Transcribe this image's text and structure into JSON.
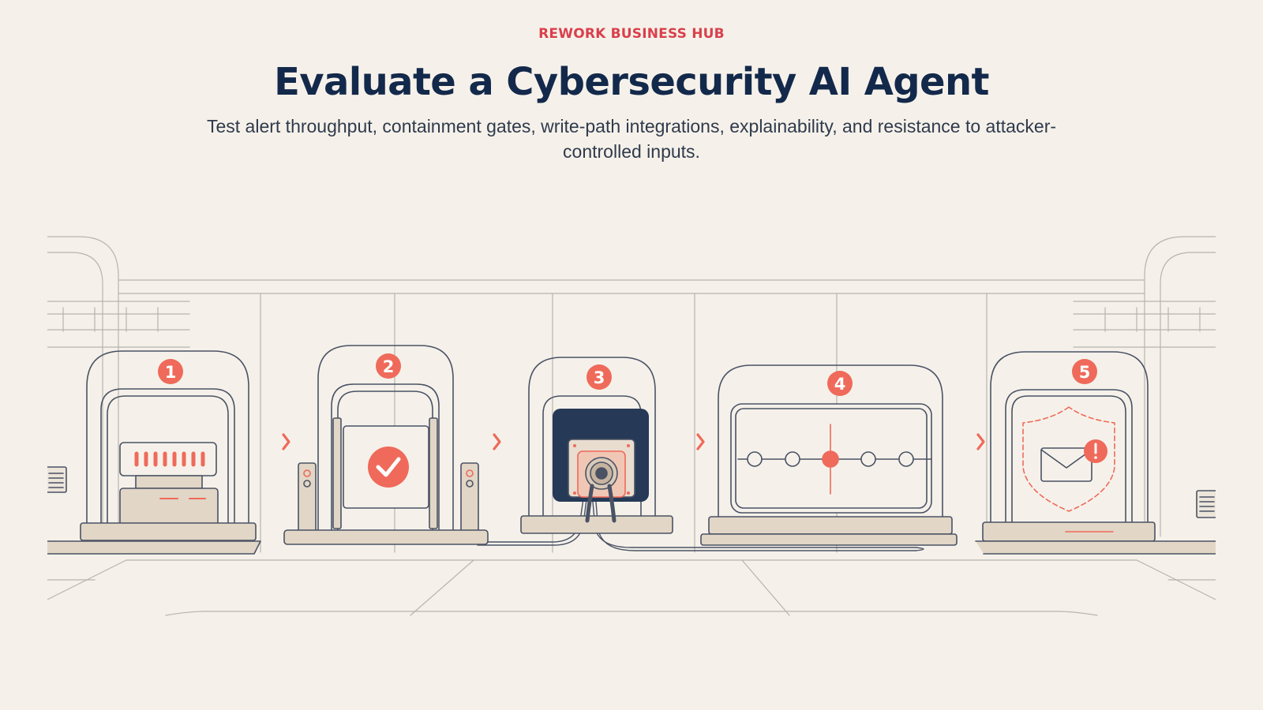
{
  "header": {
    "eyebrow": "REWORK BUSINESS HUB",
    "title": "Evaluate a Cybersecurity AI Agent",
    "subtitle": "Test alert throughput, containment gates, write-path integrations, explainability, and resistance to attacker-controlled inputs."
  },
  "illustration": {
    "stations": [
      {
        "number": "1",
        "icon": "alert-bars-icon"
      },
      {
        "number": "2",
        "icon": "checkmark-icon"
      },
      {
        "number": "3",
        "icon": "cable-plug-icon"
      },
      {
        "number": "4",
        "icon": "timeline-icon"
      },
      {
        "number": "5",
        "icon": "shield-mail-alert-icon"
      }
    ],
    "arrow_icon": "chevron-right-icon"
  },
  "colors": {
    "accent": "#ef6a5a",
    "navy": "#13294b",
    "line": "#4a5264",
    "fill": "#e2d6c6",
    "background": "#f5f1ea"
  }
}
